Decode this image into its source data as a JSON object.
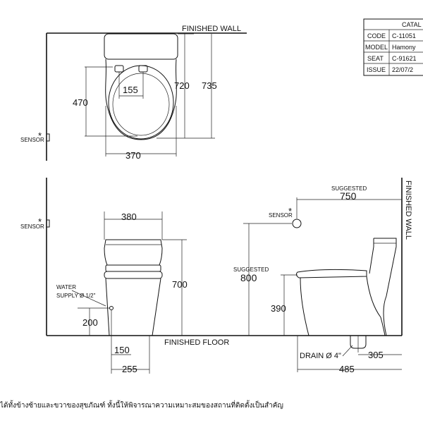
{
  "labels": {
    "finished_wall_top": "FINISHED WALL",
    "finished_wall_side": "FINISHED WALL",
    "finished_floor": "FINISHED FLOOR",
    "sensor": "SENSOR",
    "sensor_mark": "*",
    "water_supply_1": "WATER",
    "water_supply_2": "SUPPLY Ø 1/2\"",
    "suggested": "SUGGESTED",
    "drain": "DRAIN Ø 4\""
  },
  "dimensions": {
    "top_height_720": "720",
    "top_height_735": "735",
    "top_seat_470": "470",
    "top_hinge_155": "155",
    "top_width_370": "370",
    "front_width_380": "380",
    "front_height_700": "700",
    "front_supply_200": "200",
    "front_150": "150",
    "front_255": "255",
    "side_suggested_750": "750",
    "side_suggested_800": "800",
    "side_seat_390": "390",
    "side_305": "305",
    "side_485": "485"
  },
  "catalog_table": {
    "header": "CATAL",
    "rows": [
      {
        "key": "CODE",
        "value": "C-11051"
      },
      {
        "key": "MODEL",
        "value": "Hamony"
      },
      {
        "key": "SEAT",
        "value": "C-91621"
      },
      {
        "key": "ISSUE",
        "value": "22/07/2"
      }
    ]
  },
  "footer_note": "ได้ทั้งข้างซ้ายและขวาของสุขภัณฑ์ ทั้งนี้ให้พิจารณาความเหมาะสมของสถานที่ติดตั้งเป็นสำคัญ"
}
